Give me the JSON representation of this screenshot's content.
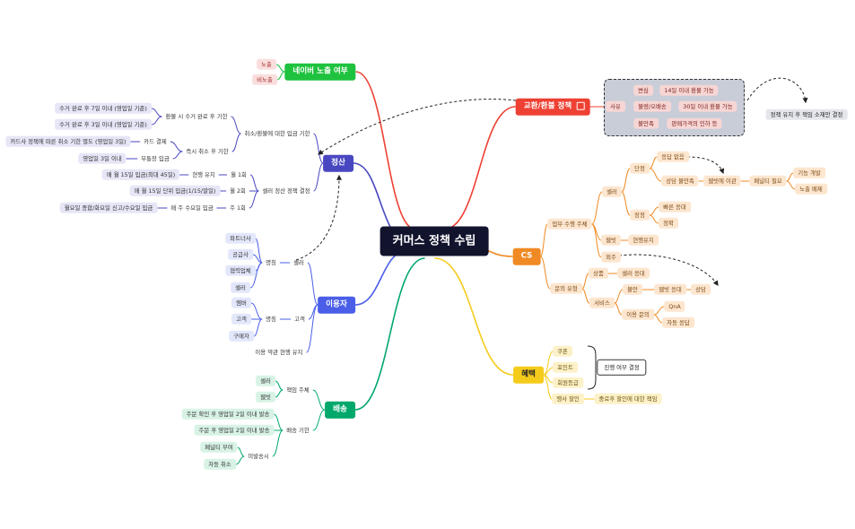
{
  "root": "커머스 정책 수립",
  "branches": {
    "naver": {
      "title": "네이버 노출 여부",
      "color": "#1fc23e",
      "items": [
        "노출",
        "비노출"
      ]
    },
    "settle": {
      "title": "정산",
      "color": "#4947c0",
      "refund": {
        "label": "취소/환불에 대한 입금 기한",
        "collect": {
          "label": "환불 시 수거 완료 후 기한",
          "items": [
            "수거 완료 후 7일 이내 (영업일 기준)",
            "수거 완료 후 3일 이내 (영업일 기준)"
          ]
        },
        "immediate": {
          "label": "즉시 취소 후 기한",
          "card": {
            "label": "카드 결제",
            "item": "카드사 정책에 따른 취소 기한 별도 (영업일 3일)"
          },
          "bank": {
            "label": "무통장 입금",
            "item": "영업일 3일 이내"
          }
        }
      },
      "seller": {
        "label": "셀러 정산 정책 결정",
        "once": {
          "label": "월 1회",
          "policy": "현행 유지",
          "item": "매 월 15일 입금(최대 45일)"
        },
        "twice": {
          "label": "월 2회",
          "item": "매 월 15일 단위 입금(1/15/말일)"
        },
        "weekly": {
          "label": "주 1회",
          "policy": "매 주 수요일 입금",
          "item": "월요일 종합/화요일 신고/수요일 입금"
        }
      }
    },
    "users": {
      "title": "이용자",
      "color": "#4a5ee8",
      "seller": {
        "label": "셀러",
        "naming": "명칭",
        "items": [
          "파트너사",
          "공급사",
          "협력업체",
          "셀러"
        ]
      },
      "customer": {
        "label": "고객",
        "naming": "명칭",
        "items": [
          "멤버",
          "고객",
          "구매자"
        ]
      },
      "terms": "이용 약관 현행 유지"
    },
    "delivery": {
      "title": "배송",
      "color": "#00a86b",
      "resp": {
        "label": "책임 주체",
        "items": [
          "셀러",
          "웹빗"
        ]
      },
      "deadline": {
        "label": "배송 기한",
        "items": [
          "주문 확인 후 영업일 2일 이내 발송",
          "주문 후 영업일 2일 이내 발송"
        ],
        "late": {
          "label": "미발송시",
          "items": [
            "페널티 부여",
            "자동 취소"
          ]
        }
      }
    },
    "exchange": {
      "title": "교환/환불 정책",
      "color": "#ee4133",
      "reason": "사유",
      "items": [
        {
          "label": "변심",
          "detail": "14일 이내 환불 가능"
        },
        {
          "label": "불량/오배송",
          "detail": "30일 이내 환불 가능"
        },
        {
          "label": "불만족",
          "detail": "판매가격의 인하 등"
        }
      ],
      "note": "정책 유지 후 책임 소재만 결정"
    },
    "cs": {
      "title": "CS",
      "color": "#f08a24",
      "actor": {
        "label": "업무 수행 주체",
        "seller": {
          "label": "셀러",
          "simple": {
            "label": "단정",
            "respond": "응답 없음",
            "dissatisfied": "상담 불만족",
            "escalate": "웹빗에 이관",
            "penalty": "페널티 필요",
            "outcomes": [
              "기능 개발",
              "노출 배제"
            ]
          },
          "long": {
            "label": "장정",
            "items": [
              "빠른 응대",
              "정확"
            ]
          }
        },
        "web": {
          "label": "웹빗",
          "item": "현행유지"
        },
        "outside": "외주"
      },
      "type": {
        "label": "문의 유형",
        "product": {
          "label": "상품",
          "item": "셀러 응대"
        },
        "service": {
          "label": "서비스",
          "complaint": {
            "label": "불만",
            "item": "웹빗 응대",
            "next": "상담"
          },
          "usage": {
            "label": "이용 문의",
            "items": [
              "QnA",
              "자동 응답"
            ]
          }
        }
      }
    },
    "benefit": {
      "title": "혜택",
      "color": "#f5cb1b",
      "items": [
        "쿠폰",
        "포인트",
        "회원등급",
        "행사 할인"
      ],
      "decision": "진행 여부 결정",
      "discount_note": "중료후 할인에 대한 책임"
    }
  }
}
